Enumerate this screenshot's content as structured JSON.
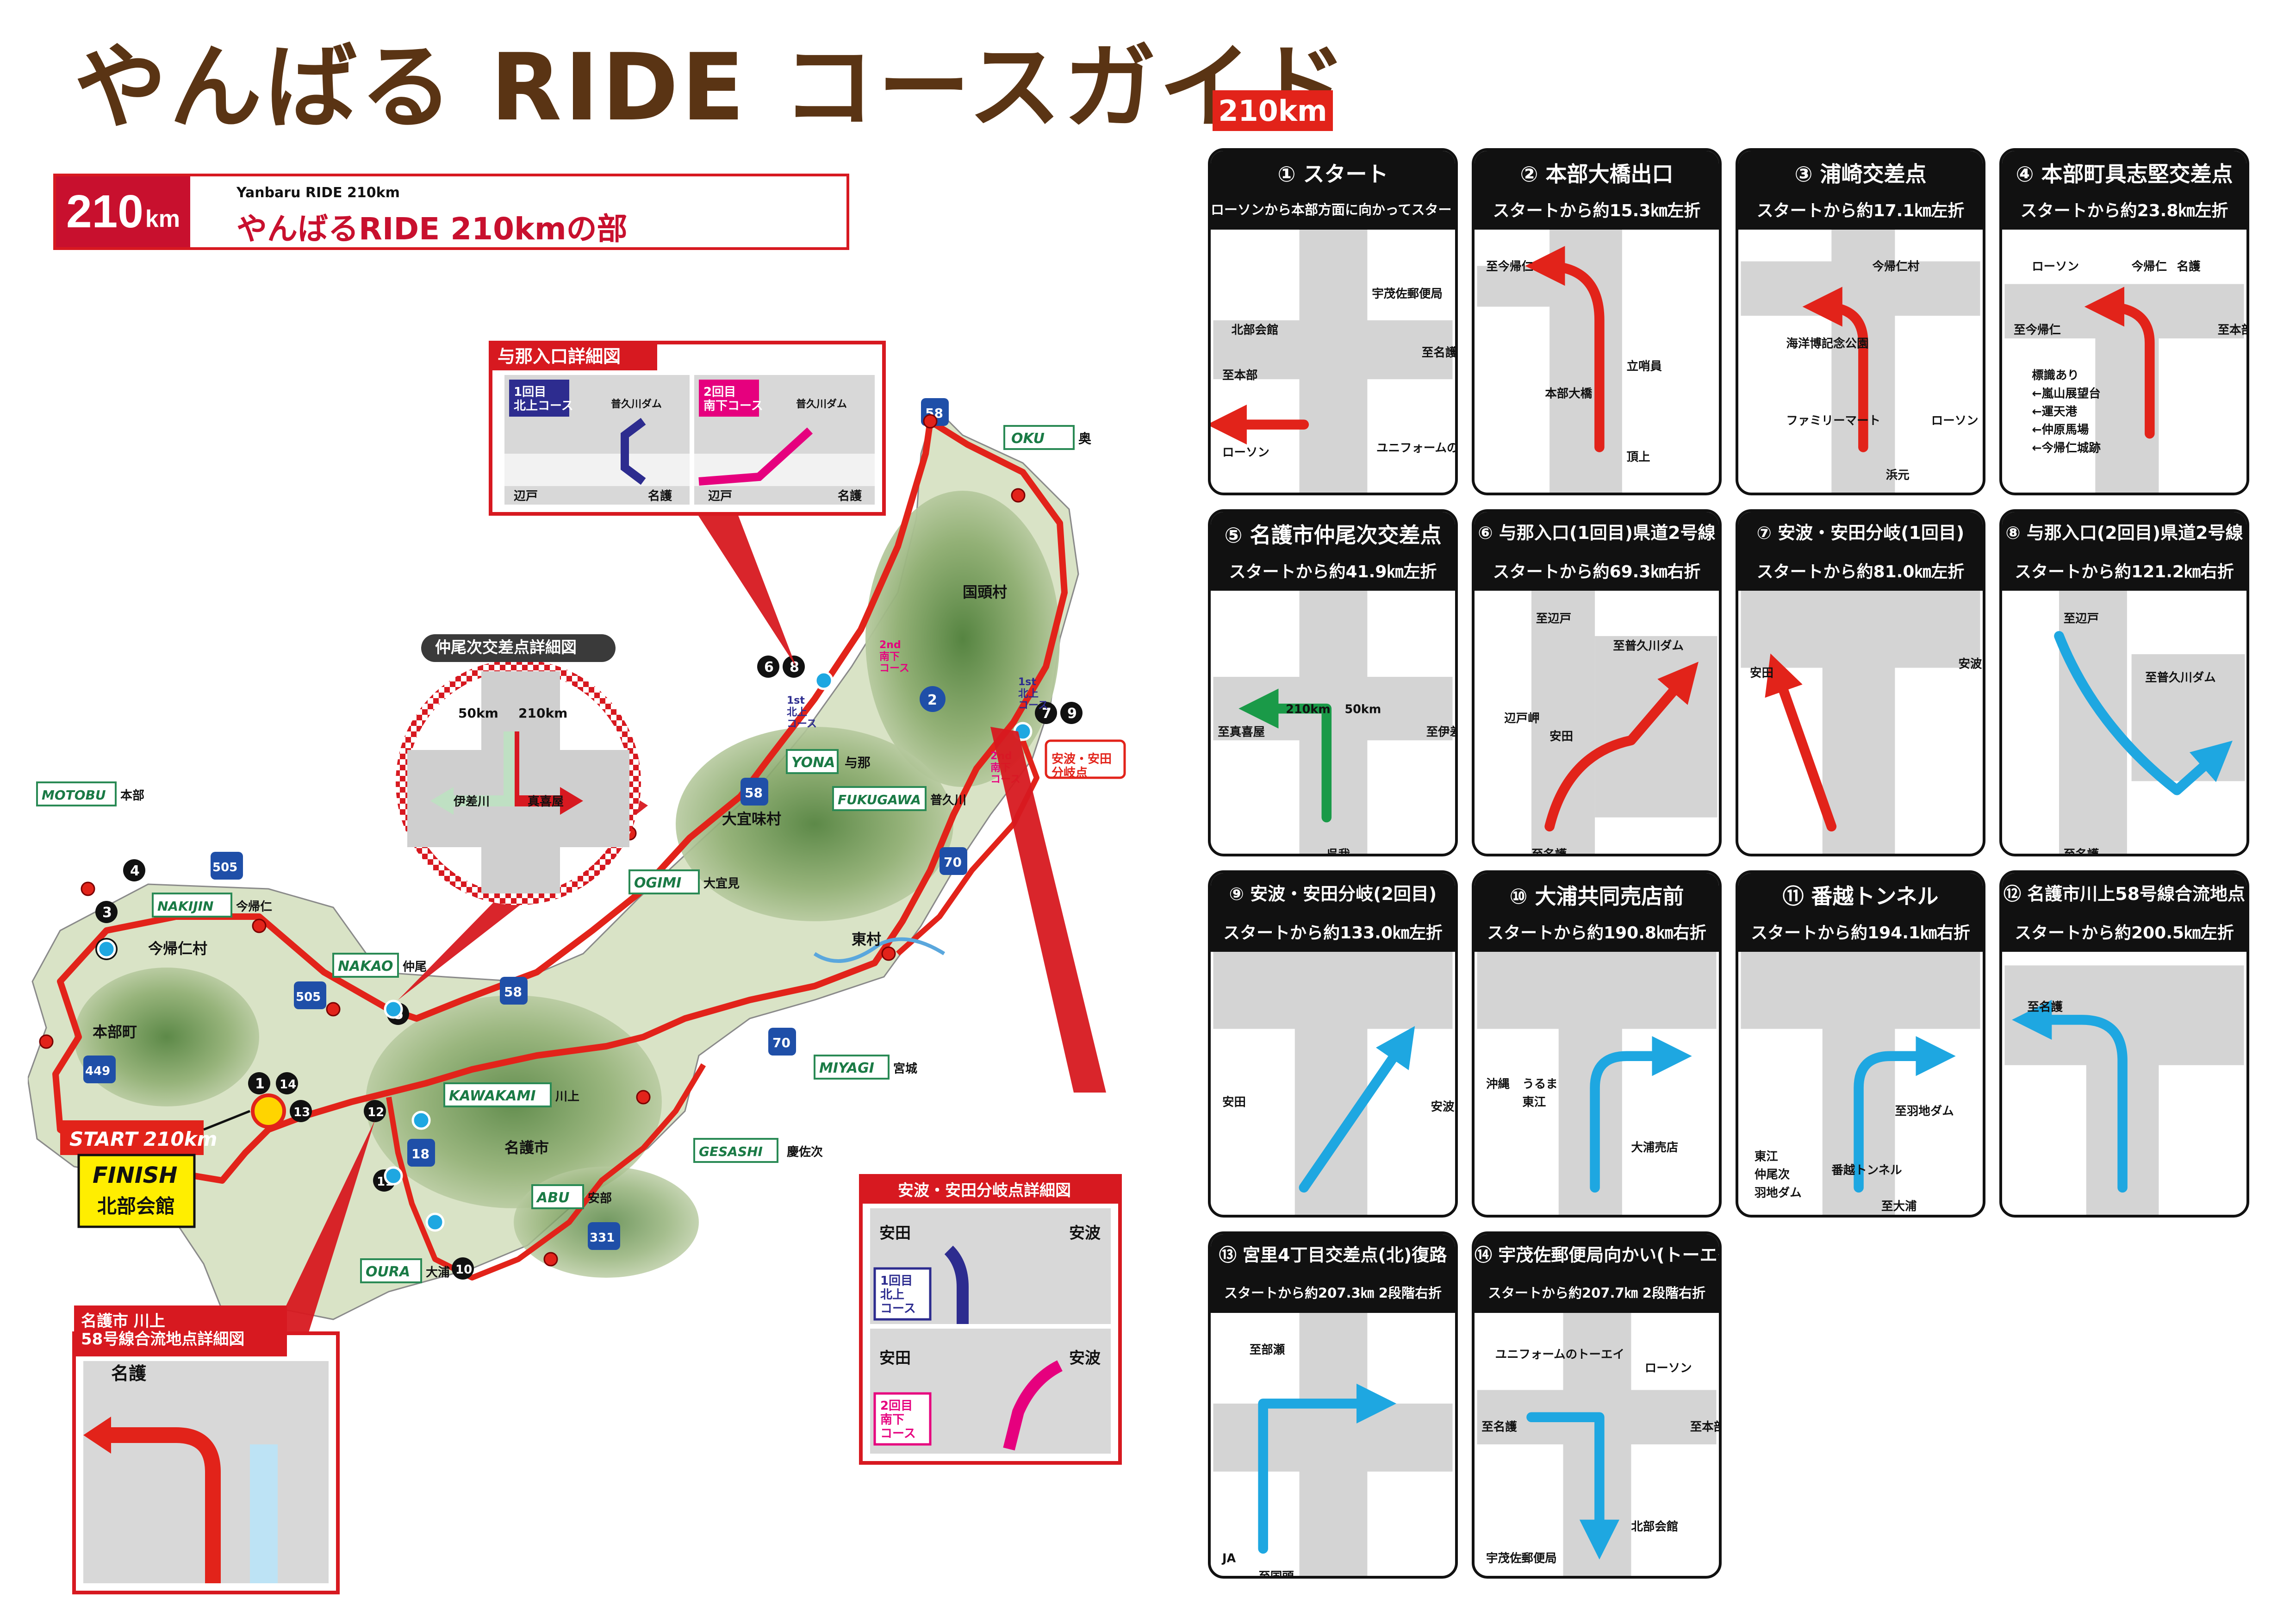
{
  "title": "やんばる RIDE コースガイド",
  "banner": {
    "distance": "210",
    "unit": "km",
    "subtitle": "Yanbaru RIDE 210km",
    "name": "やんばるRIDE 210kmの部"
  },
  "section_tag": "210km",
  "colors": {
    "route": "#e2231a",
    "north": "#2d2c8f",
    "south": "#e6007e",
    "blue_arrow": "#1ea7e1",
    "green_arrow": "#1a9a48",
    "title_brown": "#5a3414"
  },
  "map": {
    "areas": [
      "国頭村",
      "大宜味村",
      "東村",
      "名護市",
      "本部町",
      "今帰仁村"
    ],
    "places": [
      {
        "en": "OKU",
        "jp": "奥"
      },
      {
        "en": "YONA",
        "jp": "与那"
      },
      {
        "en": "FUKUGAWA",
        "jp": "普久川"
      },
      {
        "en": "OGIMI",
        "jp": "大宜見"
      },
      {
        "en": "MIYAGI",
        "jp": "宮城"
      },
      {
        "en": "GESASHI",
        "jp": "慶佐次"
      },
      {
        "en": "ABU",
        "jp": "安部"
      },
      {
        "en": "OURA",
        "jp": "大浦"
      },
      {
        "en": "KAWAKAMI",
        "jp": "川上"
      },
      {
        "en": "NAKAO",
        "jp": "仲尾"
      },
      {
        "en": "NAKIJIN",
        "jp": "今帰仁"
      },
      {
        "en": "MOTOBU",
        "jp": "本部"
      }
    ],
    "start": {
      "line1": "START",
      "dist": "210km",
      "line2": "FINISH",
      "line3": "北部会館"
    },
    "split_label": "安波・安田\n分岐点",
    "route_numbers": [
      "58",
      "505",
      "449",
      "70",
      "331",
      "18",
      "2"
    ],
    "checkpoints": [
      "1",
      "2",
      "3",
      "4",
      "5",
      "6",
      "7",
      "8",
      "9",
      "10",
      "11",
      "12",
      "13",
      "14"
    ],
    "course_notes": {
      "first_north": "1st\n北上\nコース",
      "second_south": "2nd\n南下\nコース"
    }
  },
  "insets": {
    "yona": {
      "title": "与那入口詳細図",
      "first_tag": "1回目\n北上コース",
      "second_tag": "2回目\n南下コース",
      "to_dam": "普久川ダム",
      "to_hedo": "辺戸",
      "to_nago": "名護"
    },
    "nakao": {
      "title": "仲尾次交差点詳細図",
      "label_50": "50km",
      "label_210": "210km",
      "left": "伊差川",
      "right": "真喜屋"
    },
    "kawakami": {
      "title": "名護市 川上\n58号線合流地点詳細図",
      "arrow_label": "名護"
    },
    "abaa": {
      "title": "安波・安田分岐点詳細図",
      "left": "安田",
      "right": "安波",
      "first_tag": "1回目\n北上\nコース",
      "second_tag": "2回目\n南下\nコース"
    }
  },
  "cards": [
    {
      "num": "①",
      "title": "スタート",
      "sub": "ローソンから本部方面に向かってスタート",
      "small": true,
      "labels": [
        "北部会館",
        "宇茂佐郵便局",
        "至本部",
        "至名護",
        "ローソン",
        "ユニフォームのトーエイ"
      ]
    },
    {
      "num": "②",
      "title": "本部大橋出口",
      "sub": "スタートから約15.3㎞左折",
      "labels": [
        "至今帰仁",
        "立哨員",
        "本部大橋",
        "頂上"
      ]
    },
    {
      "num": "③",
      "title": "浦崎交差点",
      "sub": "スタートから約17.1㎞左折",
      "labels": [
        "今帰仁村",
        "海洋博記念公園",
        "ファミリーマート",
        "ローソン",
        "浜元"
      ]
    },
    {
      "num": "④",
      "title": "本部町具志堅交差点",
      "sub": "スタートから約23.8㎞左折",
      "labels": [
        "ローソン",
        "今帰仁",
        "名護",
        "至今帰仁",
        "至本部",
        "標識あり",
        "←嵐山展望台",
        "←運天港",
        "←仲原馬場",
        "←今帰仁城跡"
      ]
    },
    {
      "num": "⑤",
      "title": "名護市仲尾次交差点",
      "sub": "スタートから約41.9㎞左折",
      "labels": [
        "至真喜屋",
        "至伊差川",
        "210km",
        "50km",
        "呉我"
      ]
    },
    {
      "num": "⑥",
      "title": "与那入口(1回目)県道2号線",
      "sub": "スタートから約69.3㎞右折",
      "labels": [
        "至辺戸",
        "至普久川ダム",
        "辺戸岬",
        "安田",
        "至名護"
      ]
    },
    {
      "num": "⑦",
      "title": "安波・安田分岐(1回目)",
      "sub": "スタートから約81.0㎞左折",
      "labels": [
        "安田",
        "安波"
      ]
    },
    {
      "num": "⑧",
      "title": "与那入口(2回目)県道2号線",
      "sub": "スタートから約121.2㎞右折",
      "labels": [
        "至辺戸",
        "至普久川ダム",
        "至名護"
      ]
    },
    {
      "num": "⑨",
      "title": "安波・安田分岐(2回目)",
      "sub": "スタートから約133.0㎞左折",
      "labels": [
        "安田",
        "安波"
      ]
    },
    {
      "num": "⑩",
      "title": "大浦共同売店前",
      "sub": "スタートから約190.8㎞右折",
      "labels": [
        "沖縄",
        "うるま",
        "東江",
        "大浦売店"
      ]
    },
    {
      "num": "⑪",
      "title": "番越トンネル",
      "sub": "スタートから約194.1㎞右折",
      "labels": [
        "至羽地ダム",
        "東江",
        "仲尾次",
        "羽地ダム",
        "番越トンネル",
        "至大浦"
      ]
    },
    {
      "num": "⑫",
      "title": "名護市川上58号線合流地点",
      "sub": "スタートから約200.5㎞左折",
      "labels": [
        "至名護"
      ]
    },
    {
      "num": "⑬",
      "title": "宮里4丁目交差点(北)復路",
      "sub": "スタートから約207.3㎞ 2段階右折",
      "small": true,
      "labels": [
        "至部瀬",
        "JA",
        "至国頭"
      ]
    },
    {
      "num": "⑭",
      "title": "宇茂佐郵便局向かい(トーエイ)",
      "sub": "スタートから約207.7㎞ 2段階右折",
      "small": true,
      "labels": [
        "ユニフォームのトーエイ",
        "ローソン",
        "至名護",
        "至本部",
        "北部会館",
        "宇茂佐郵便局"
      ]
    }
  ]
}
